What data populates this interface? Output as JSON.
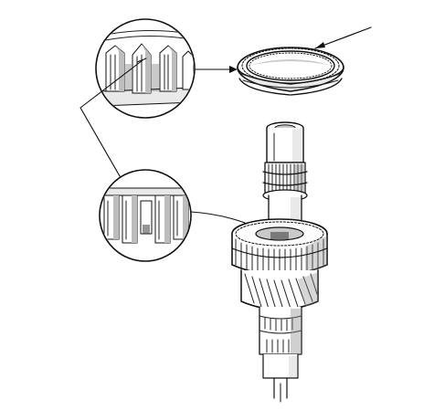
{
  "diagram": {
    "style": "monochrome line-art technical illustration",
    "colors": {
      "ink": "#111111",
      "background": "#ffffff",
      "light_shade": "#e9e9e9",
      "mid_shade": "#c9c9c9",
      "dark_shade": "#8a8a8a"
    },
    "parts": [
      {
        "id": "synchro-ring",
        "icon": "synchro-ring-icon"
      },
      {
        "id": "gear-shaft-assembly",
        "icon": "gear-shaft-icon"
      },
      {
        "id": "detail-view-upper",
        "icon": "magnifier-circle-icon"
      },
      {
        "id": "detail-view-lower",
        "icon": "magnifier-circle-icon"
      }
    ]
  }
}
